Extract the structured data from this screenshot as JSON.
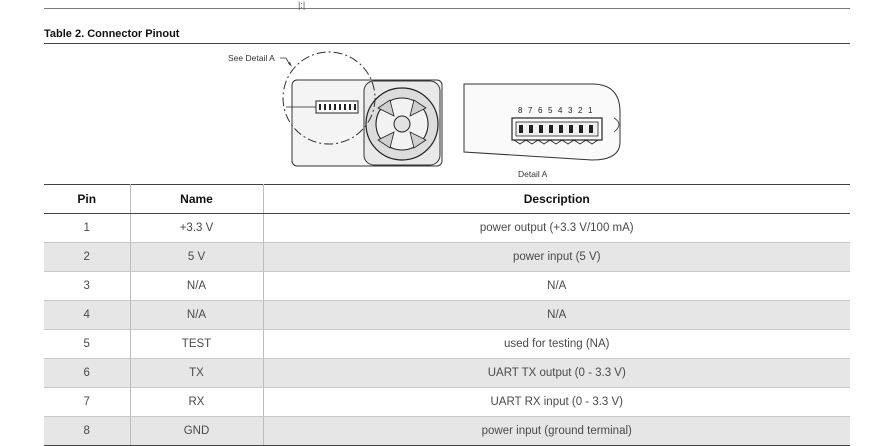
{
  "top_mark": "|:|",
  "title": "Table 2. Connector Pinout",
  "figure": {
    "callout": "See Detail A",
    "detail_caption": "Detail A",
    "pin_numbers": [
      "8",
      "7",
      "6",
      "5",
      "4",
      "3",
      "2",
      "1"
    ]
  },
  "table": {
    "headers": {
      "pin": "Pin",
      "name": "Name",
      "description": "Description"
    },
    "rows": [
      {
        "pin": "1",
        "name": "+3.3 V",
        "description": "power output (+3.3 V/100 mA)"
      },
      {
        "pin": "2",
        "name": "5 V",
        "description": "power input (5 V)"
      },
      {
        "pin": "3",
        "name": "N/A",
        "description": "N/A"
      },
      {
        "pin": "4",
        "name": "N/A",
        "description": "N/A"
      },
      {
        "pin": "5",
        "name": "TEST",
        "description": "used for testing (NA)"
      },
      {
        "pin": "6",
        "name": "TX",
        "description": "UART TX output (0 - 3.3 V)"
      },
      {
        "pin": "7",
        "name": "RX",
        "description": "UART RX input (0 - 3.3 V)"
      },
      {
        "pin": "8",
        "name": "GND",
        "description": "power input (ground terminal)"
      }
    ]
  }
}
